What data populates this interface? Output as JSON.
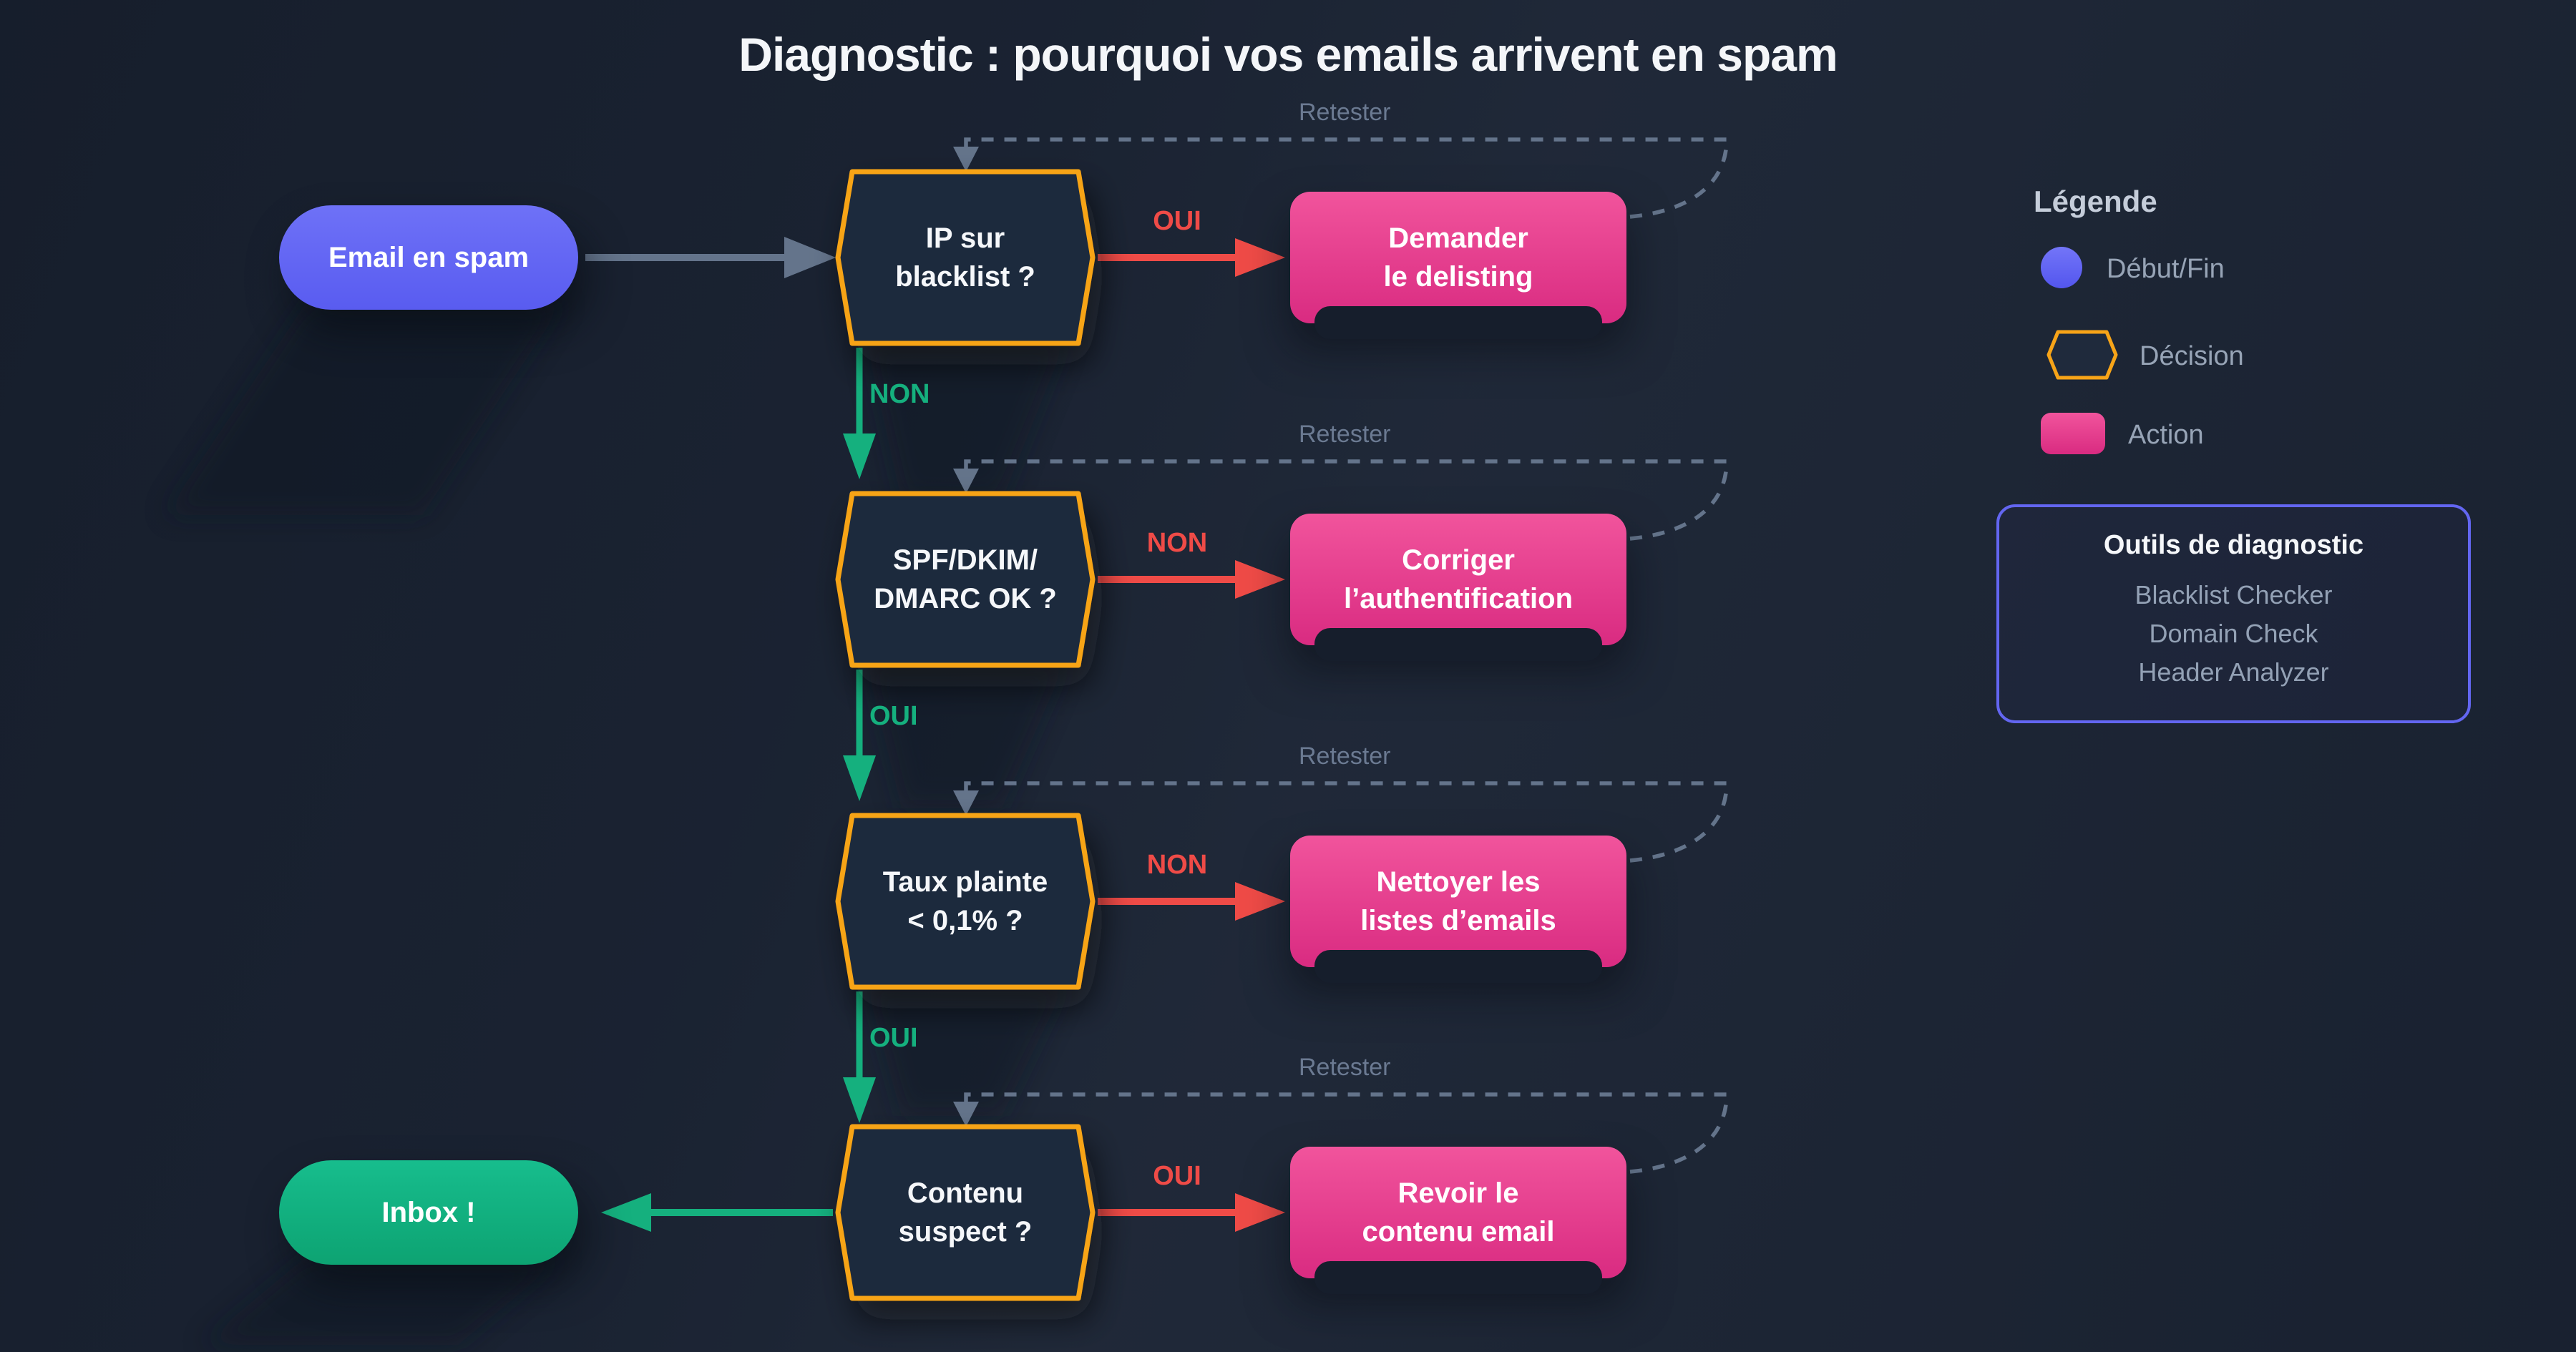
{
  "title": "Diagnostic : pourquoi vos emails arrivent en spam",
  "flow": {
    "start_label": "Email en spam",
    "end_label": "Inbox !",
    "rows": [
      {
        "question": [
          "IP sur",
          "blacklist ?"
        ],
        "branch_label": "OUI",
        "down_label": "NON",
        "action": [
          "Demander",
          "le delisting"
        ],
        "loop_label": "Retester"
      },
      {
        "question": [
          "SPF/DKIM/",
          "DMARC OK ?"
        ],
        "branch_label": "NON",
        "down_label": "OUI",
        "action": [
          "Corriger",
          "l’authentification"
        ],
        "loop_label": "Retester"
      },
      {
        "question": [
          "Taux plainte",
          "< 0,1% ?"
        ],
        "branch_label": "NON",
        "down_label": "OUI",
        "action": [
          "Nettoyer les",
          "listes d’emails"
        ],
        "loop_label": "Retester"
      },
      {
        "question": [
          "Contenu",
          "suspect ?"
        ],
        "branch_label": "OUI",
        "action": [
          "Revoir le",
          "contenu email"
        ],
        "loop_label": "Retester"
      }
    ]
  },
  "legend": {
    "title": "Légende",
    "start_end_label": "Début/Fin",
    "decision_label": "Décision",
    "action_label": "Action"
  },
  "tools": {
    "title": "Outils de diagnostic",
    "items": [
      "Blacklist Checker",
      "Domain Check",
      "Header Analyzer"
    ]
  },
  "colors": {
    "background": "#1c2535",
    "decision_border": "#f7a418",
    "action_pink": "#e23a8c",
    "start_purple": "#6366f1",
    "end_green": "#10b07c",
    "branch_red": "#ef4444",
    "branch_green": "#12b180",
    "connector_gray": "#64748b"
  }
}
